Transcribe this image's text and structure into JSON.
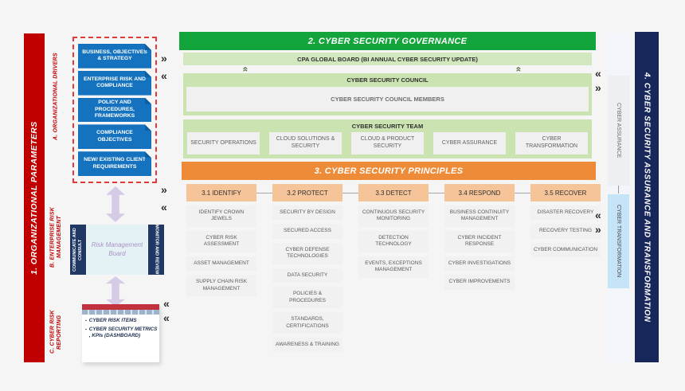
{
  "left_panel": {
    "parameters_bar": "1. ORGANIZATIONAL  PARAMETERS",
    "section_a_label": "A. ORGANIZATIONAL DRIVERS",
    "section_b_label": "B. ENTERPRISE RISK MANAGEMENT",
    "section_c_label": "C. CYBER RISK REPORTING",
    "driver_boxes": [
      "BUSINESS, OBJECTIVES & STRATEGY",
      "ENTERPRISE RISK AND COMPLIANCE",
      "POLICY AND PROCEDURES, FRAMEWORKS",
      "COMPLIANCE OBJECTIVES",
      "NEW/ EXISTING CLIENT REQUIREMENTS"
    ],
    "risk_board": {
      "left_rail": "COMMUNICATE AND CONSULT",
      "title": "Risk Management Board",
      "right_rail": "MONITOR AND REVIEW"
    },
    "reporting_items": [
      "CYBER RISK ITEMS",
      "CYBER SECURITY METRICS , KPIs (DASHBOARD)"
    ]
  },
  "governance": {
    "title": "2. CYBER SECURITY GOVERNANCE",
    "global_board": "CPA GLOBAL BOARD (BI ANNUAL CYBER SECURITY UPDATE)",
    "council_title": "CYBER SECURITY COUNCIL",
    "council_members": "CYBER SECURITY COUNCIL MEMBERS",
    "team_title": "CYBER SECURITY TEAM",
    "team_units": [
      "SECURITY OPERATIONS",
      "CLOUD SOLUTIONS & SECURITY",
      "CLOUD & PRODUCT SECURITY",
      "CYBER ASSURANCE",
      "CYBER TRANSFORMATION"
    ]
  },
  "principles": {
    "title": "3. CYBER SECURITY PRINCIPLES",
    "columns": [
      {
        "header": "3.1 IDENTIFY",
        "items": [
          "IDENTIFY CROWN JEWELS",
          "CYBER RISK ASSESSMENT",
          "ASSET MANAGEMENT",
          "SUPPLY CHAIN RISK MANAGEMENT"
        ]
      },
      {
        "header": "3.2 PROTECT",
        "items": [
          "SECURITY BY DESIGN",
          "SECURED ACCESS",
          "CYBER DEFENSE TECHNOLOGIES",
          "DATA SECURITY",
          "POLICIES & PROCEDURES",
          "STANDARDS, CERTIFICATIONS",
          "AWARENESS & TRAINING"
        ]
      },
      {
        "header": "3.3 DETECT",
        "items": [
          "CONTINUOUS SECURITY MONITORING",
          "DETECTION TECHNOLOGY",
          "EVENTS, EXCEPTIONS MANAGEMENT"
        ]
      },
      {
        "header": "3.4 RESPOND",
        "items": [
          "BUSINESS CONTINUITY MANAGEMENT",
          "CYBER INCIDENT RESPONSE",
          "CYBER INVESTIGATIONS",
          "CYBER IMPROVEMENTS"
        ]
      },
      {
        "header": "3.5 RECOVER",
        "items": [
          "DISASTER RECOVERY",
          "RECOVERY TESTING",
          "CYBER COMMUNICATION"
        ]
      }
    ]
  },
  "right_panel": {
    "assurance_label": "CYBER ASSURANCE",
    "transformation_label": "CYBER TRANSFORMATION",
    "bar_label": "4. CYBER SECURITY ASSURANCE AND TRANSFORMATION"
  },
  "icons": {
    "chevron_right": "»",
    "chevron_left": "«",
    "bullet": "▪"
  },
  "colors": {
    "red": "#C00000",
    "blue": "#1472BE",
    "navy": "#172759",
    "green": "#13A43C",
    "light_green": "#CBE3B1",
    "orange": "#EE8B38",
    "light_orange": "#F6C499",
    "item_gray": "#F1F1F2",
    "lavender": "#D5CBE6",
    "board_blue": "#E4F1F5",
    "transform_blue": "#C6E4F8"
  }
}
